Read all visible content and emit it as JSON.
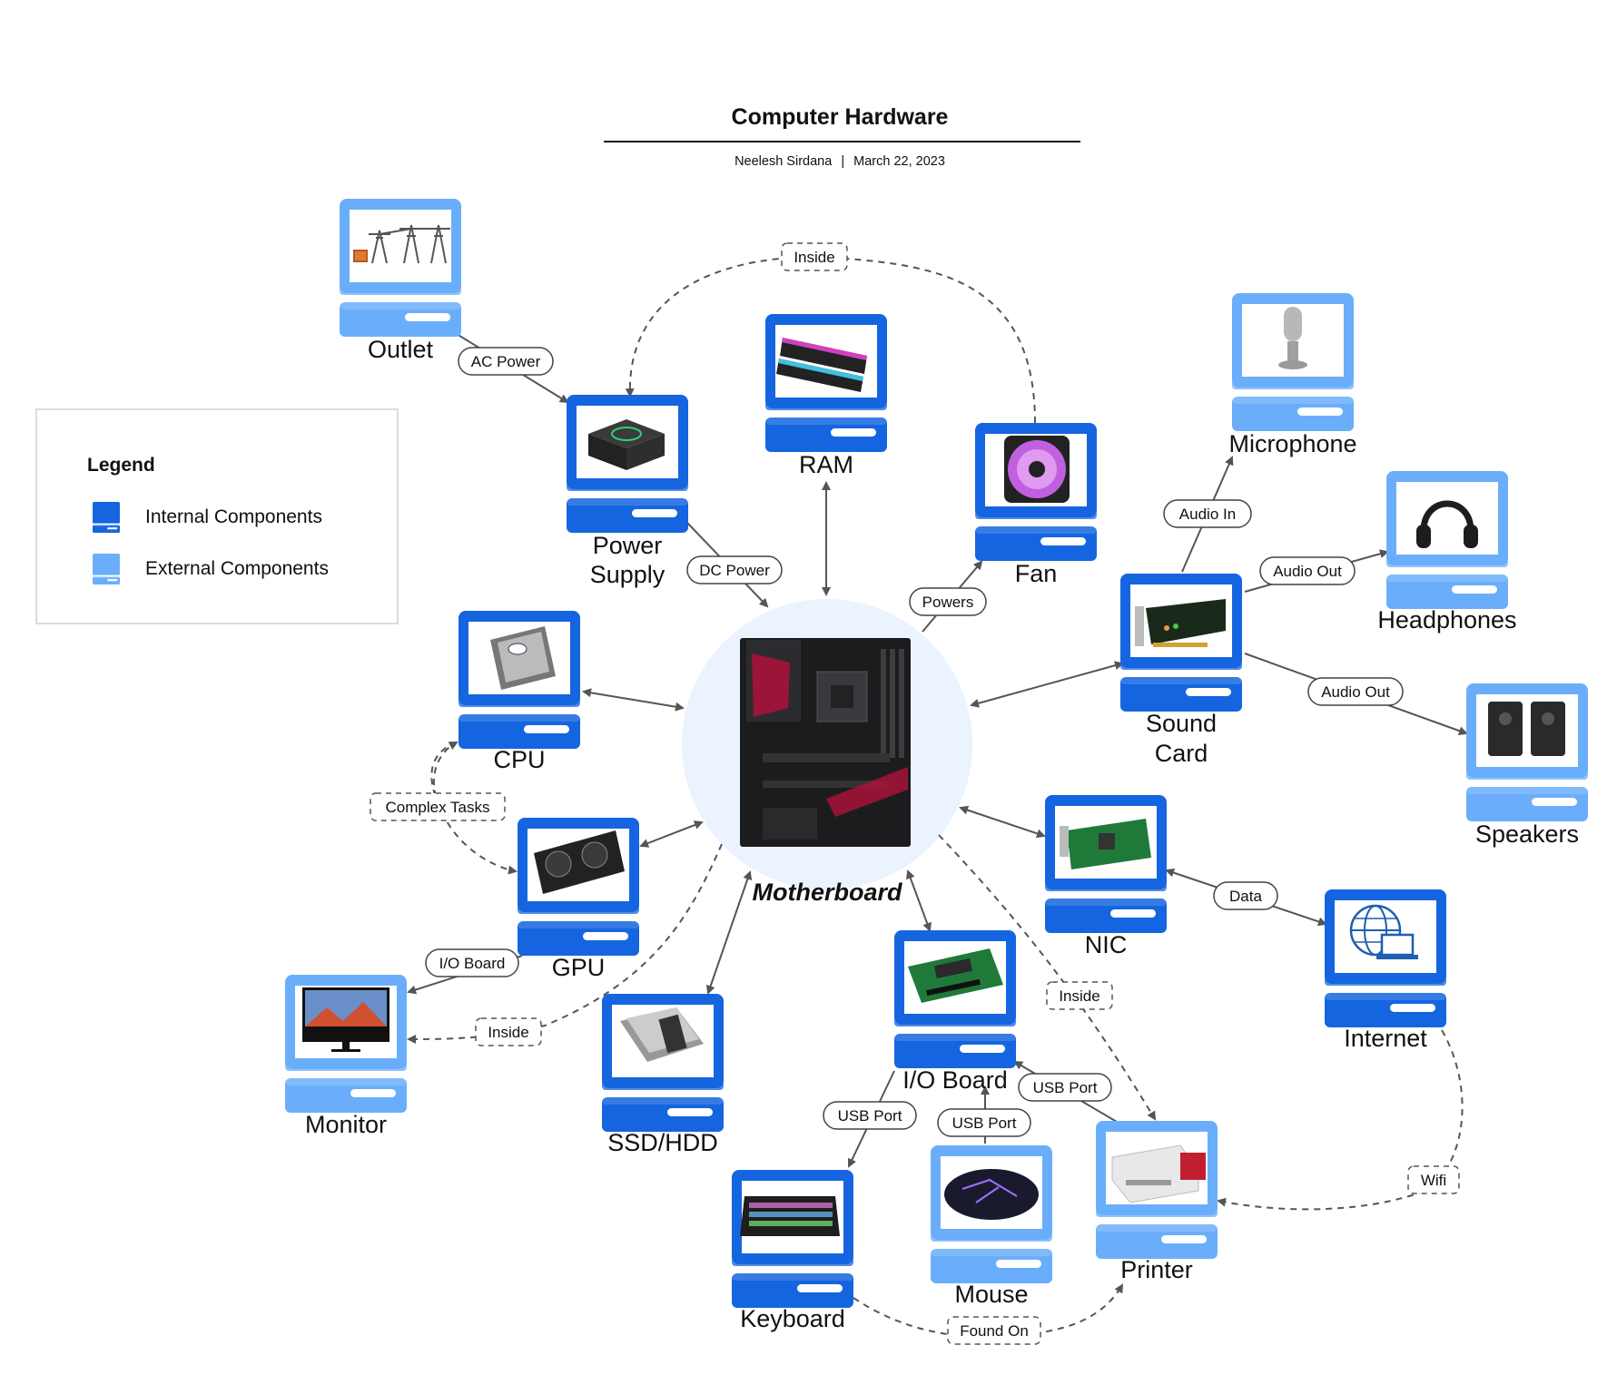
{
  "header": {
    "title": "Computer Hardware",
    "author": "Neelesh Sirdana",
    "separator": "|",
    "date": "March 22, 2023"
  },
  "legend": {
    "title": "Legend",
    "internal_label": "Internal Components",
    "external_label": "External Components",
    "internal_color": "#1565e0",
    "external_color": "#6aaefb"
  },
  "hub": {
    "label": "Motherboard",
    "icon": "motherboard-icon"
  },
  "nodes": {
    "outlet": {
      "label": "Outlet",
      "icon": "power-lines-icon",
      "kind": "external"
    },
    "power_supply": {
      "label_line1": "Power",
      "label_line2": "Supply",
      "icon": "psu-icon",
      "kind": "internal"
    },
    "ram": {
      "label": "RAM",
      "icon": "ram-icon",
      "kind": "internal"
    },
    "fan": {
      "label": "Fan",
      "icon": "fan-icon",
      "kind": "internal"
    },
    "microphone": {
      "label": "Microphone",
      "icon": "microphone-icon",
      "kind": "external"
    },
    "headphones": {
      "label": "Headphones",
      "icon": "headphones-icon",
      "kind": "external"
    },
    "sound_card": {
      "label_line1": "Sound",
      "label_line2": "Card",
      "icon": "sound-card-icon",
      "kind": "internal"
    },
    "speakers": {
      "label": "Speakers",
      "icon": "speakers-icon",
      "kind": "external"
    },
    "cpu": {
      "label": "CPU",
      "icon": "cpu-icon",
      "kind": "internal"
    },
    "gpu": {
      "label": "GPU",
      "icon": "gpu-icon",
      "kind": "internal"
    },
    "monitor": {
      "label": "Monitor",
      "icon": "monitor-icon",
      "kind": "external"
    },
    "ssd": {
      "label": "SSD/HDD",
      "icon": "drive-icon",
      "kind": "internal"
    },
    "io_board": {
      "label": "I/O Board",
      "icon": "io-board-icon",
      "kind": "internal"
    },
    "nic": {
      "label": "NIC",
      "icon": "network-card-icon",
      "kind": "internal"
    },
    "internet": {
      "label": "Internet",
      "icon": "globe-icon",
      "kind": "external"
    },
    "keyboard": {
      "label": "Keyboard",
      "icon": "keyboard-icon",
      "kind": "external"
    },
    "mouse": {
      "label": "Mouse",
      "icon": "mouse-icon",
      "kind": "external"
    },
    "printer": {
      "label": "Printer",
      "icon": "printer-icon",
      "kind": "external"
    }
  },
  "edges": {
    "outlet_psu": "AC Power",
    "psu_mb": "DC Power",
    "fan_psu": "Inside",
    "mb_fan": "Powers",
    "sound_mic": "Audio In",
    "sound_headphones": "Audio Out",
    "sound_speakers": "Audio Out",
    "cpu_gpu": "Complex Tasks",
    "gpu_monitor": "I/O Board",
    "mb_monitor": "Inside",
    "nic_internet": "Data",
    "mb_printer": "Inside",
    "internet_printer": "Wifi",
    "io_keyboard": "USB Port",
    "io_mouse": "USB Port",
    "io_printer": "USB Port",
    "keyboard_printer": "Found On"
  }
}
